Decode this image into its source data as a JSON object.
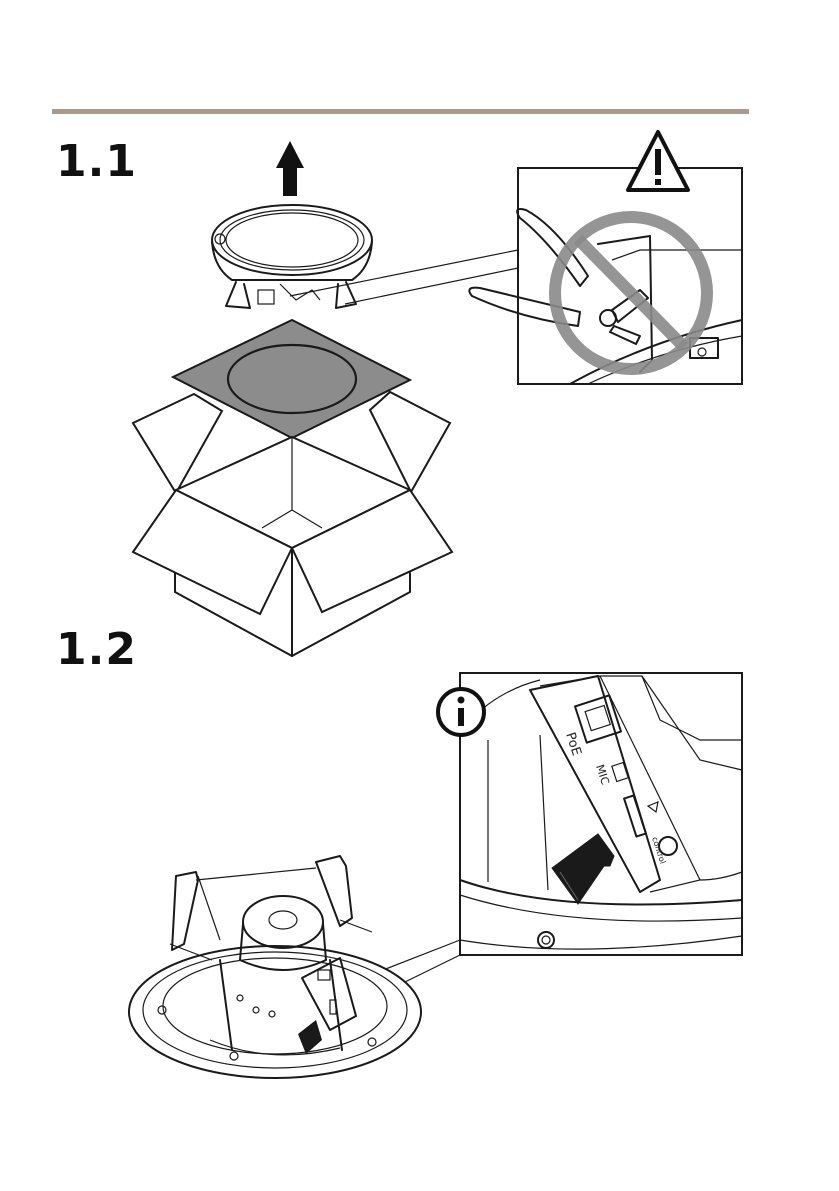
{
  "steps": [
    {
      "number": "1.1"
    },
    {
      "number": "1.2"
    }
  ],
  "port_labels": {
    "poe": "PoE",
    "mic": "MIC",
    "control": "control"
  },
  "colors": {
    "rule": "#a89a8d",
    "ink": "#1a1a1a",
    "insert_panel": "#8c8c8c",
    "prohibit": "#8a8a8a"
  },
  "icons": {
    "warning": "warning-triangle-icon",
    "prohibit": "prohibited-icon",
    "info": "info-icon",
    "arrow": "arrow-up-icon"
  }
}
